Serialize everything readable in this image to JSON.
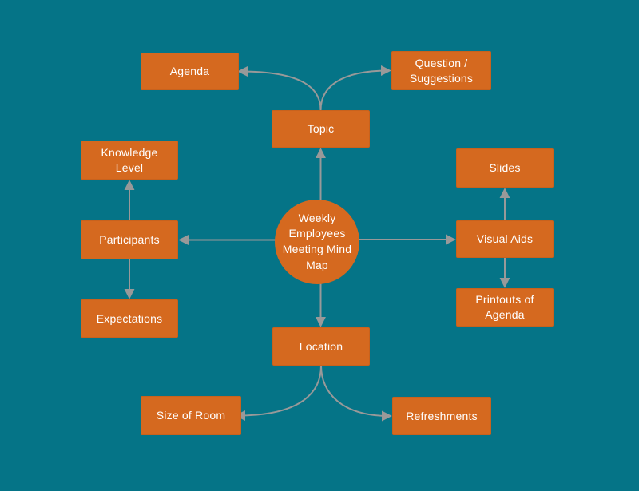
{
  "diagram": {
    "title": "Weekly Employees Meeting Mind Map",
    "colors": {
      "background": "#057487",
      "node": "#D5691F",
      "connector": "#999999",
      "text": "#FFFFFF"
    },
    "center": {
      "label": "Weekly Employees Meeting Mind Map"
    },
    "nodes": {
      "topic": {
        "label": "Topic"
      },
      "agenda": {
        "label": "Agenda"
      },
      "question_suggestions": {
        "label": "Question / Suggestions"
      },
      "knowledge_level": {
        "label": "Knowledge Level"
      },
      "participants": {
        "label": "Participants"
      },
      "expectations": {
        "label": "Expectations"
      },
      "slides": {
        "label": "Slides"
      },
      "visual_aids": {
        "label": "Visual Aids"
      },
      "printouts_of_agenda": {
        "label": "Printouts of Agenda"
      },
      "location": {
        "label": "Location"
      },
      "size_of_room": {
        "label": "Size of Room"
      },
      "refreshments": {
        "label": "Refreshments"
      }
    }
  }
}
